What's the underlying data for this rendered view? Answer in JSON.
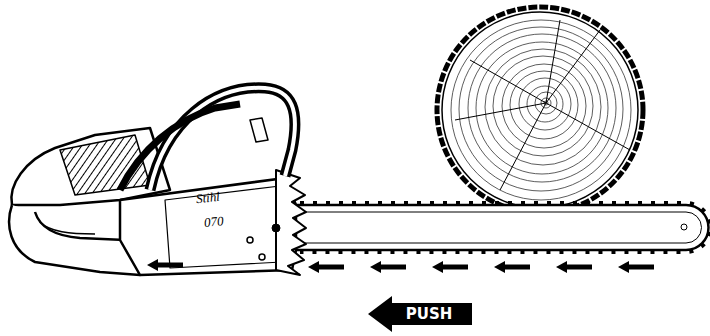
{
  "diagram": {
    "nodes": [
      {
        "text": [
          "PUSH"
        ]
      }
    ],
    "labels": [
      "Stihl",
      "070"
    ]
  }
}
